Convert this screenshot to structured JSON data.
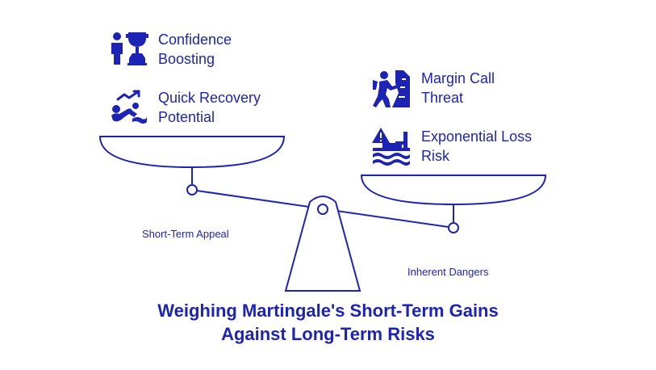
{
  "left_pan": {
    "label": "Short-Term Appeal",
    "items": [
      {
        "line1": "Confidence",
        "line2": "Boosting",
        "icon": "person-trophy-icon"
      },
      {
        "line1": "Quick Recovery",
        "line2": "Potential",
        "icon": "trend-swimmer-icon"
      }
    ]
  },
  "right_pan": {
    "label": "Inherent Dangers",
    "items": [
      {
        "line1": "Margin Call",
        "line2": "Threat",
        "icon": "climber-icon"
      },
      {
        "line1": "Exponential Loss",
        "line2": "Risk",
        "icon": "warning-flood-icon"
      }
    ]
  },
  "title": {
    "line1": "Weighing Martingale's Short-Term Gains",
    "line2": "Against Long-Term Risks"
  },
  "colors": {
    "primary": "#1d24b5",
    "background": "#ffffff"
  }
}
